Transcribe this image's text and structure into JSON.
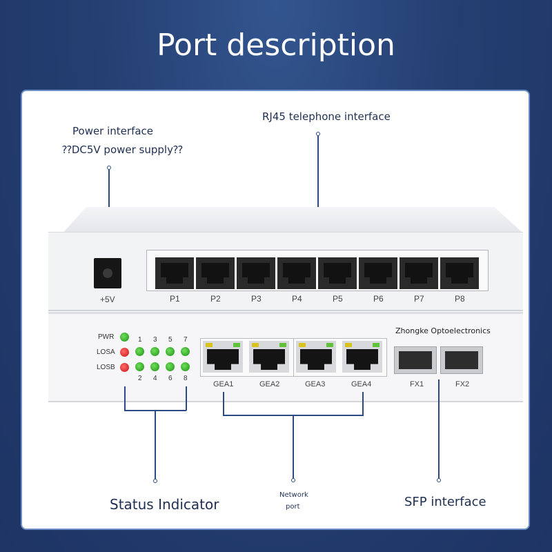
{
  "page": {
    "title": "Port description"
  },
  "callouts": {
    "power_line1": "Power interface",
    "power_line2": "⁇DC5V power supply⁇",
    "rj45": "RJ45 telephone interface",
    "status": "Status Indicator",
    "network_line1": "Network",
    "network_line2": "port",
    "sfp": "SFP interface"
  },
  "device": {
    "power_label": "+5V",
    "rj45_ports": [
      "P1",
      "P2",
      "P3",
      "P4",
      "P5",
      "P6",
      "P7",
      "P8"
    ],
    "brand": "Zhongke Optoelectronics",
    "leds": {
      "pwr": "PWR",
      "losa": "LOSA",
      "losb": "LOSB",
      "top_numbers": [
        "1",
        "3",
        "5",
        "7"
      ],
      "bottom_numbers": [
        "2",
        "4",
        "6",
        "8"
      ]
    },
    "gea_ports": [
      "GEA1",
      "GEA2",
      "GEA3",
      "GEA4"
    ],
    "sfp_ports": [
      "FX1",
      "FX2"
    ]
  },
  "colors": {
    "background": "#253f72",
    "accent": "#2a4a85",
    "panel_border": "#6d8fc7"
  }
}
